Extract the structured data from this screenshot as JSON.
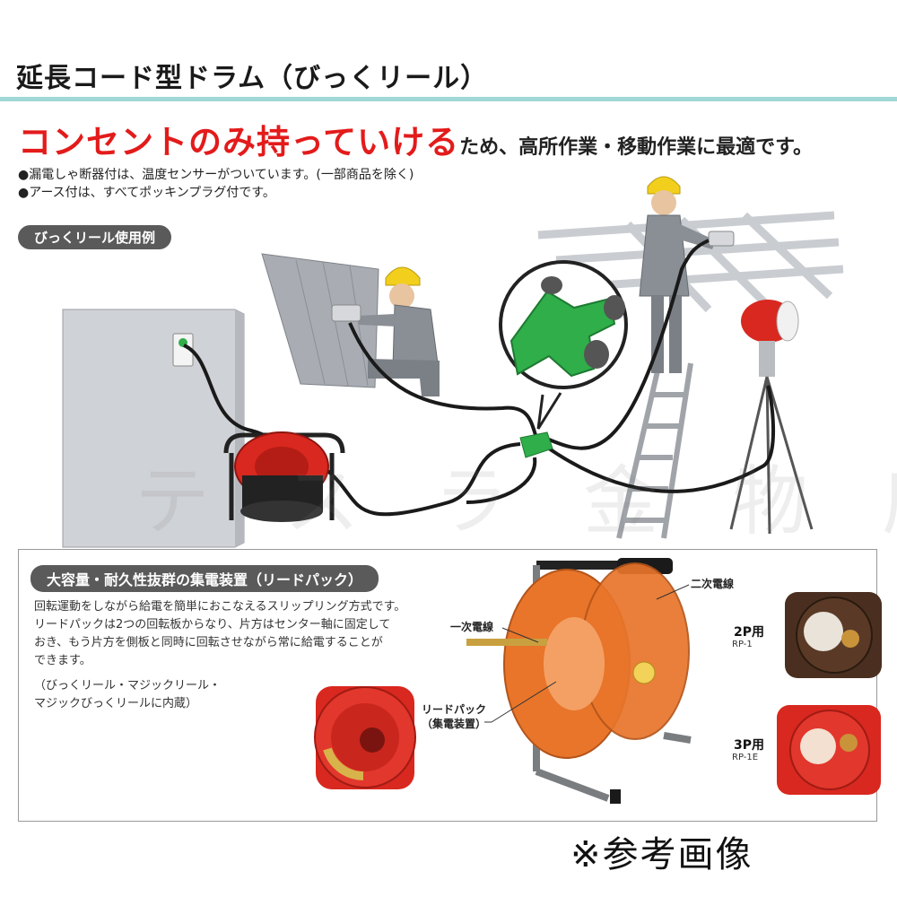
{
  "page_title": "延長コード型ドラム（びっくリール）",
  "headline": {
    "emphasis": "コンセントのみ持っていける",
    "rest": "ため、高所作業・移動作業に最適です。"
  },
  "bullets": [
    "●漏電しゃ断器付は、温度センサーがついています。(一部商品を除く)",
    "●アース付は、すべてポッキンプラグ付です。"
  ],
  "usage_label": "びっくリール使用例",
  "panel": {
    "label": "大容量・耐久性抜群の集電装置（リードパック）",
    "description": [
      "回転運動をしながら給電を簡単におこなえるスリップリング方式です。",
      "リードパックは2つの回転板からなり、片方はセンター軸に固定して",
      "おき、もう片方を側板と同時に回転させながら常に給電することが",
      "できます。",
      "（びっくリール・マジックリール・",
      "マジックびっくリールに内蔵）"
    ],
    "callouts": {
      "secondary_wire": "二次電線",
      "primary_wire": "一次電線",
      "lead_pack_line1": "リードパック",
      "lead_pack_line2": "（集電装置）"
    },
    "models": [
      {
        "title": "2P用",
        "code": "RP-1"
      },
      {
        "title": "3P用",
        "code": "RP-1E"
      }
    ]
  },
  "reference_note": "※参考画像",
  "watermark": "テ ス ラ 金 物 店",
  "colors": {
    "headline_red": "#e31b1b",
    "title_rule": "#9fd8d6",
    "label_pill": "#5a5a5a",
    "reel_red": "#d8281f",
    "reel_orange": "#e8752a",
    "helmet_yellow": "#f2cf1c",
    "adapter_green": "#2fae4a"
  }
}
